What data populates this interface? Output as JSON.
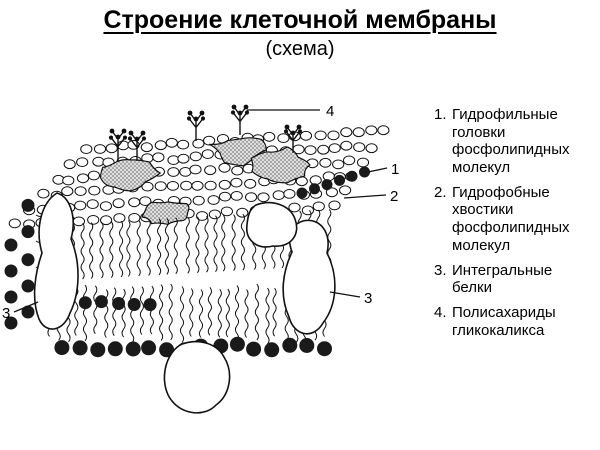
{
  "title": "Строение клеточной мембраны",
  "subtitle": "(схема)",
  "diagram": {
    "labels": {
      "l1": "1",
      "l2": "2",
      "l3": "3",
      "l4": "4"
    }
  },
  "legend": {
    "items": [
      {
        "num": "1.",
        "text": "Гидрофильные головки фосфолипидных молекул"
      },
      {
        "num": "2.",
        "text": "Гидрофобные хвостики фосфолипидных молекул"
      },
      {
        "num": "3.",
        "text": "Интегральные белки"
      },
      {
        "num": "4.",
        "text": "Полисахариды гликокаликса"
      }
    ]
  }
}
